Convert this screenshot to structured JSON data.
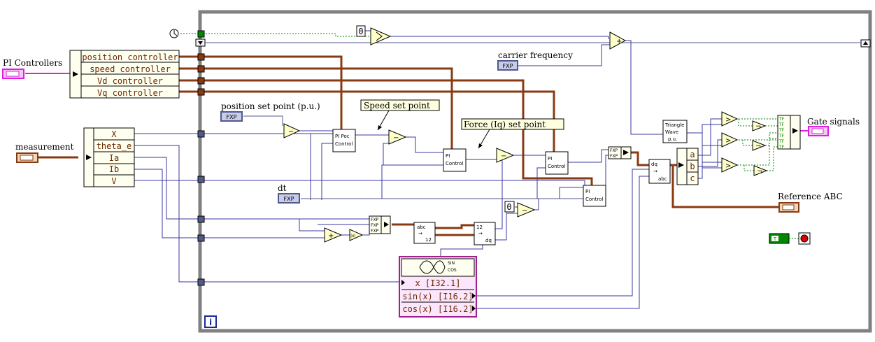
{
  "labels": {
    "pi_controllers": "PI Controllers",
    "measurement": "measurement",
    "carrier_frequency": "carrier frequency",
    "position_set_point": "position set point (p.u.)",
    "speed_set_point": "Speed set point",
    "force_set_point": "Force (Iq) set point",
    "dt": "dt",
    "gate_signals": "Gate signals",
    "reference_abc": "Reference ABC"
  },
  "pi_cluster": {
    "items": [
      "position controller",
      "speed controller",
      "Vd controller",
      "Vq controller"
    ]
  },
  "measurement_cluster": {
    "items": [
      "X",
      "theta_e",
      "Ia",
      "Ib",
      "V"
    ]
  },
  "abc_cluster": {
    "items": [
      "a",
      "b",
      "c"
    ]
  },
  "sincos": {
    "header_sin": "SIN",
    "header_cos": "COS",
    "rows": [
      "x [I32.1]",
      "sin(x) [I16.2]",
      "cos(x) [I16.2]"
    ]
  },
  "pi_blocks": {
    "label_line1": "PI",
    "label_line2": "Control",
    "poc_line1": "PI Poc",
    "poc_line2": "Control"
  },
  "blocks": {
    "triangle_line1": "Triangle",
    "triangle_line2": "Wave",
    "triangle_line3": "p.u.",
    "abc_to_12_top": "abc",
    "abc_to_12_arrow": "→",
    "abc_to_12_bottom": "12",
    "t12_to_dq_top": "12",
    "t12_to_dq_arrow": "→",
    "t12_to_dq_bottom": "dq",
    "dq_to_abc_top": "dq",
    "dq_to_abc_arrow": "→",
    "dq_to_abc_bottom": "abc"
  },
  "terminals": {
    "fxp": "FXP",
    "zero": "0",
    "tf": "TF",
    "true_const": "T",
    "info": "i",
    "abs": "|x|",
    "plus": "+",
    "minus": "−",
    "gt": ">",
    "not": "¬"
  },
  "colors": {
    "frame": "#808080",
    "cluster_wire": "#8a3a12",
    "numeric_wire": "#3a3aa0",
    "boolean_wire": "#008800",
    "pink_cluster": "#e020e0",
    "stop_red": "#e00000"
  }
}
